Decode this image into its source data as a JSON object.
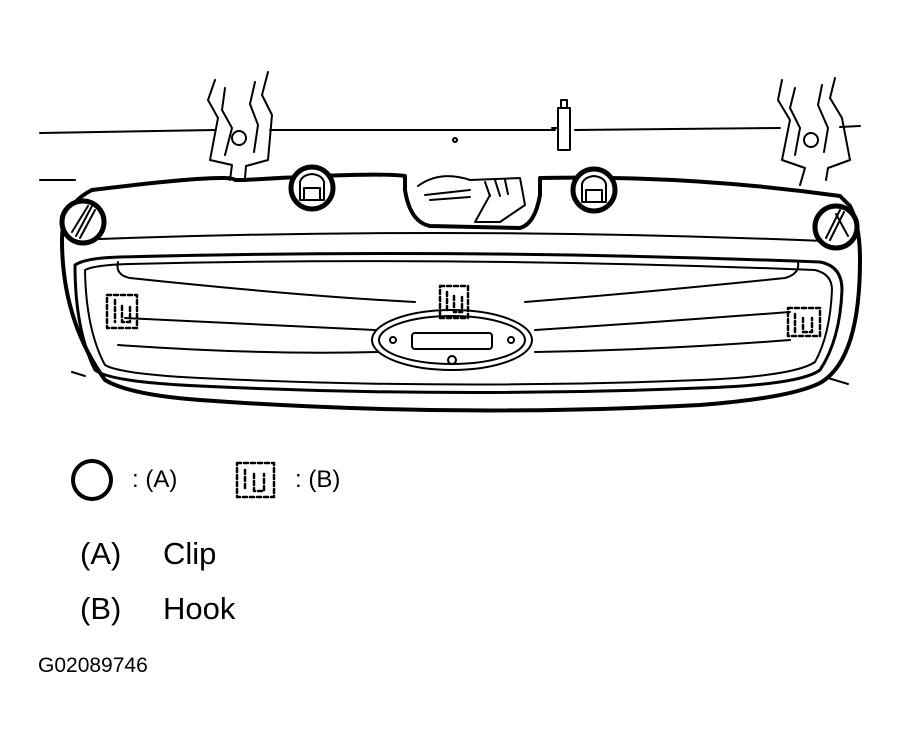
{
  "legend": {
    "clip_symbol_text": ": (A)",
    "hook_symbol_text": ": (B)"
  },
  "items": [
    {
      "key": "(A)",
      "label": "Clip"
    },
    {
      "key": "(B)",
      "label": "Hook"
    }
  ],
  "figure_id": "G02089746"
}
